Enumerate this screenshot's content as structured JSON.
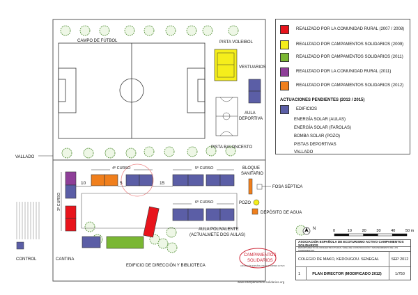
{
  "labels": {
    "campo_futbol": "CAMPO DE FÚTBOL",
    "pista_voleibol": "PISTA VOLEIBOL",
    "vestuarios": "VESTUARIOS",
    "aula_deportiva": "AULA\nDEPORTIVA",
    "pista_baloncesto": "PISTA BALONCESTO",
    "vallado": "VALLADO",
    "curso_4": "4º CURSO",
    "curso_5": "5º CURSO",
    "curso_3": "3º CURSO",
    "curso_6": "6º CURSO",
    "bloque_sanitario": "BLOQUE\nSANITARIO",
    "fosa_septica": "FOSA SÉPTICA",
    "pozo": "POZO",
    "deposito": "DEPÓSITO DE AGUA",
    "aula_polivalente": "AULA POLIVALENTE\n(ACTUALMETE DOS AULAS)",
    "control": "CONTROL",
    "cantina": "CANTINA",
    "edificio_direccion": "EDIFICIO DE DIRECCIÓN Y BIBLIOTECA",
    "dist_10": "10",
    "dist_5": "5",
    "dist_15": "15"
  },
  "legend": {
    "items": [
      {
        "label": "REALIZADO POR LA COMUNIDAD RURAL (2007 / 2008)",
        "color": "#e8141c"
      },
      {
        "label": "REALIZADO POR CAMPAMENTOS SOLIDARIOS (2009)",
        "color": "#f5ee1b"
      },
      {
        "label": "REALIZADO POR CAMPAMENTOS SOLIDARIOS (2011)",
        "color": "#7ab733"
      },
      {
        "label": "REALIZADO POR LA COMUNIDAD RURAL (2011)",
        "color": "#8e3f98"
      },
      {
        "label": "REALIZADO POR CAMPAMENTOS SOLIDARIOS (2012)",
        "color": "#f07f1c"
      }
    ],
    "pending_title": "ACTUACIONES PENDIENTES (2013 / 2015)",
    "pending_items": [
      {
        "label": "EDIFICIOS",
        "color": "#5b5ea6"
      }
    ],
    "pending_plain": [
      "ENERGÍA SOLAR (AULAS)",
      "ENERGÍA SOLAR (FAROLAS)",
      "BOMBA SOLAR (POZO)",
      "PISTAS DEPORTIVAS",
      "VALLADO"
    ]
  },
  "scale": {
    "north": "N",
    "ticks": [
      "0",
      "10",
      "20",
      "30",
      "40",
      "50 m"
    ]
  },
  "logo": {
    "line1": "CAMPAMENTOS",
    "line2": "SOLIDARIOS",
    "tagline": "ASOCIACIÓN ESPAÑOLA DE ECOTURISMO ACTIVO",
    "url": "www.campamentos-solidarios.org"
  },
  "title_block": {
    "org": "ASOCIACIÓN ESPAÑOLA DE ECOTURISMO ACTIVO CAMPAMENTOS SOLIDARIOS",
    "dept": "DEPARTAMENTO DE INFRAESTRUCTURAS / ÁREA DE CONSTRUCCIÓN Y MANTENIMIENTO DE LOS CAMPAMENTOS",
    "project": "COLEGIO DE MAKO, KEDOUGOU. SENEGAL",
    "date": "SEP 2012",
    "sheet": "1",
    "plan": "PLAN DIRECTOR (MODIFICADO 2012)",
    "scale": "1/750"
  },
  "colors": {
    "red": "#e8141c",
    "orange": "#f07f1c",
    "green": "#7ab733",
    "purple": "#8e3f98",
    "blue": "#5b5ea6",
    "yellow": "#f5ee1b"
  }
}
